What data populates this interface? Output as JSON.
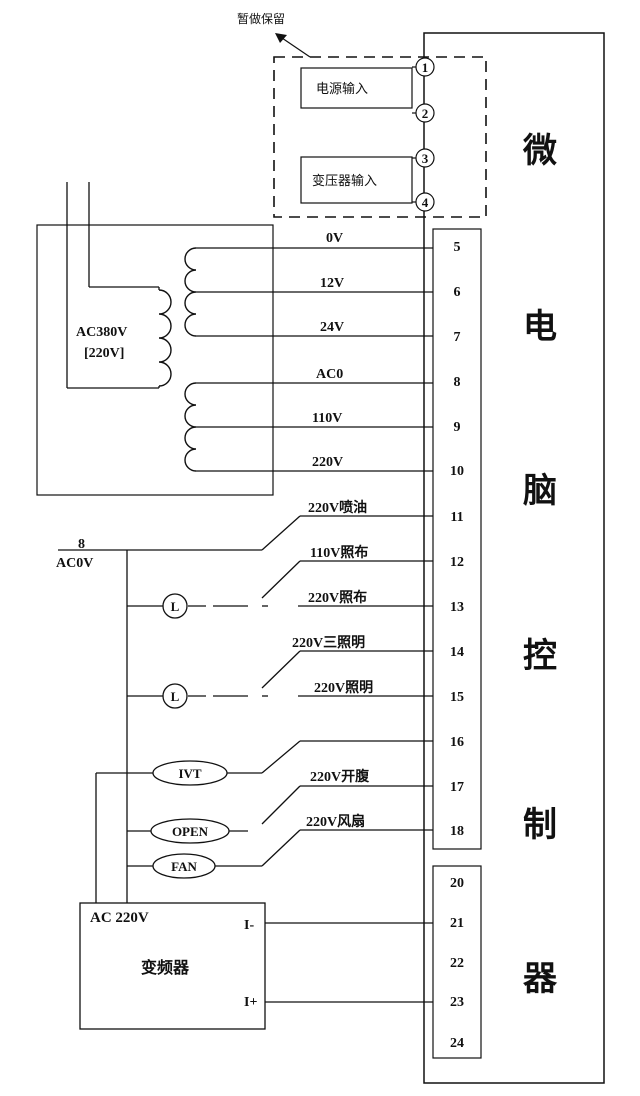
{
  "note_reserved": "暂做保留",
  "reserved_inputs": {
    "power_input": "电源输入",
    "transformer_input": "变压器输入"
  },
  "controller": {
    "title_chars": [
      "微",
      "电",
      "脑",
      "控",
      "制",
      "器"
    ]
  },
  "transformer": {
    "primary_label_1": "AC380V",
    "primary_label_2": "[220V]"
  },
  "terminals": {
    "t1": "1",
    "t2": "2",
    "t3": "3",
    "t4": "4",
    "t5": "5",
    "t6": "6",
    "t7": "7",
    "t8": "8",
    "t9": "9",
    "t10": "10",
    "t11": "11",
    "t12": "12",
    "t13": "13",
    "t14": "14",
    "t15": "15",
    "t16": "16",
    "t17": "17",
    "t18": "18",
    "t20": "20",
    "t21": "21",
    "t22": "22",
    "t23": "23",
    "t24": "24"
  },
  "wire_labels": {
    "w5": "0V",
    "w6": "12V",
    "w7": "24V",
    "w8": "AC0",
    "w9": "110V",
    "w10": "220V",
    "w11": "220V喷油",
    "w12": "110V照布",
    "w13": "220V照布",
    "w14": "220V三照明",
    "w15": "220V照明",
    "w17": "220V开腹",
    "w18": "220V风扇"
  },
  "common": {
    "number": "8",
    "label": "AC0V"
  },
  "components": {
    "lamp1": "L",
    "lamp2": "L",
    "ivt": "IVT",
    "open": "OPEN",
    "fan": "FAN"
  },
  "inverter": {
    "supply": "AC 220V",
    "title": "变频器",
    "i_minus": "I-",
    "i_plus": "I+"
  }
}
